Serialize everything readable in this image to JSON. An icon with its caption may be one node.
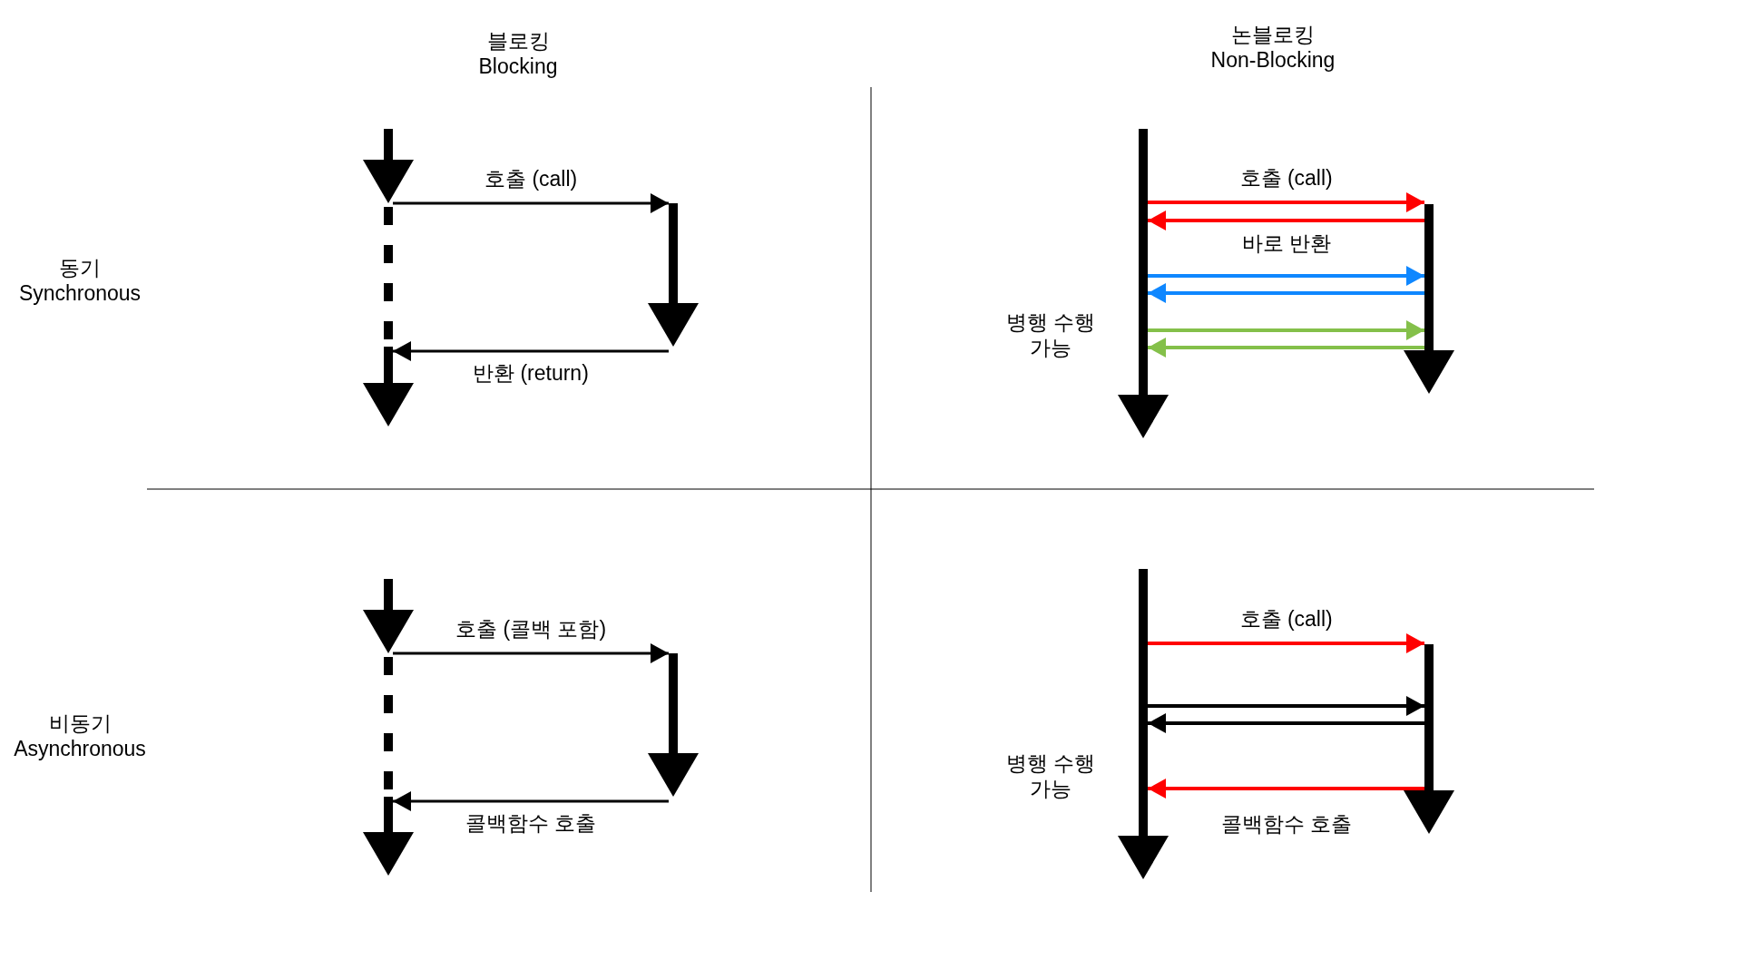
{
  "diagram": {
    "nodes": [
      {
        "text": [],
        "shape": "arrow"
      },
      {
        "text": [],
        "shape": "arrow"
      },
      {
        "text": [],
        "shape": "arrow",
        "beside": [
          "병행 수행 가능"
        ]
      },
      {
        "text": [],
        "shape": "arrow"
      },
      {
        "text": [],
        "shape": "arrow"
      },
      {
        "text": [],
        "shape": "arrow"
      },
      {
        "text": [],
        "shape": "arrow",
        "beside": [
          "병행 수행 가능"
        ]
      },
      {
        "text": [],
        "shape": "arrow"
      }
    ],
    "edges": [
      {
        "from": 0,
        "to": 1,
        "arrow": "to",
        "label": "호출 (call)"
      },
      {
        "from": 1,
        "to": 0,
        "arrow": "to",
        "label": "반환 (return)"
      },
      {
        "from": 2,
        "to": 3,
        "arrow": "to",
        "label": "호출 (call)",
        "color": "#ff0000"
      },
      {
        "from": 3,
        "to": 2,
        "arrow": "to",
        "label": "바로 반환",
        "color": "#ff0000"
      },
      {
        "from": 2,
        "to": 3,
        "arrow": "to",
        "color": "#0f87ff"
      },
      {
        "from": 3,
        "to": 2,
        "arrow": "to",
        "color": "#0f87ff"
      },
      {
        "from": 2,
        "to": 3,
        "arrow": "to",
        "color": "#84c04a"
      },
      {
        "from": 3,
        "to": 2,
        "arrow": "to",
        "color": "#84c04a"
      },
      {
        "from": 4,
        "to": 5,
        "arrow": "to",
        "label": "호출 (콜백 포함)"
      },
      {
        "from": 5,
        "to": 4,
        "arrow": "to",
        "label": "콜백함수 호출"
      },
      {
        "from": 6,
        "to": 7,
        "arrow": "to",
        "label": "호출 (call)",
        "color": "#ff0000"
      },
      {
        "from": 6,
        "to": 7,
        "arrow": "to"
      },
      {
        "from": 7,
        "to": 6,
        "arrow": "to"
      },
      {
        "from": 7,
        "to": 6,
        "arrow": "to",
        "label": "콜백함수 호출",
        "color": "#ff0000"
      }
    ],
    "labels": [
      "블로킹 Blocking",
      "논블로킹 Non-Blocking",
      "동기 Synchronous",
      "비동기 Asynchronous"
    ]
  }
}
